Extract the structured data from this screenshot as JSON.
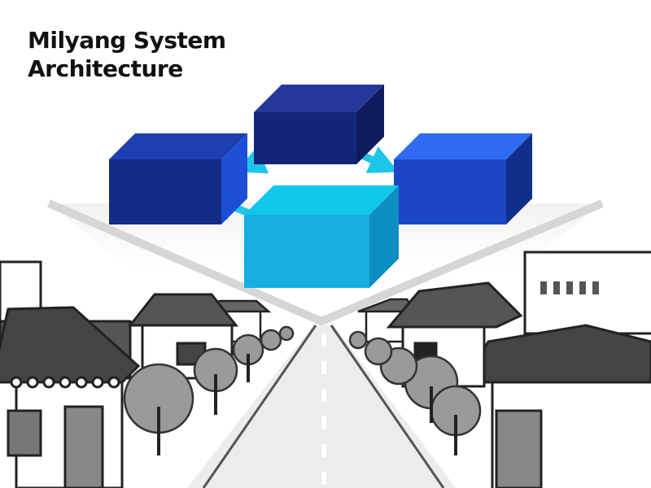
{
  "title": {
    "line1": "Milyang System",
    "line2": "Architecture"
  },
  "diagram": {
    "blocks": [
      {
        "id": "top",
        "color_top": "#23389a",
        "color_front": "#142578",
        "color_side": "#0e1c5e"
      },
      {
        "id": "left",
        "color_top": "#1e3fb0",
        "color_front": "#142b86",
        "color_side": "#1d4fd6"
      },
      {
        "id": "right",
        "color_top": "#2f6bf2",
        "color_front": "#1c46c4",
        "color_side": "#112f8a"
      },
      {
        "id": "center",
        "color_top": "#12c8ea",
        "color_front": "#14aee0",
        "color_side": "#0d8fc4"
      }
    ],
    "connectors": [
      {
        "from": "top",
        "to": "left"
      },
      {
        "from": "top",
        "to": "right"
      },
      {
        "from": "center",
        "to": "left"
      },
      {
        "from": "center",
        "to": "right"
      }
    ],
    "arrow_color": "#1cc6e8"
  },
  "street_scene": {
    "icons": [
      "hanok-house-icon",
      "tree-icon",
      "road-icon",
      "building-icon"
    ]
  }
}
